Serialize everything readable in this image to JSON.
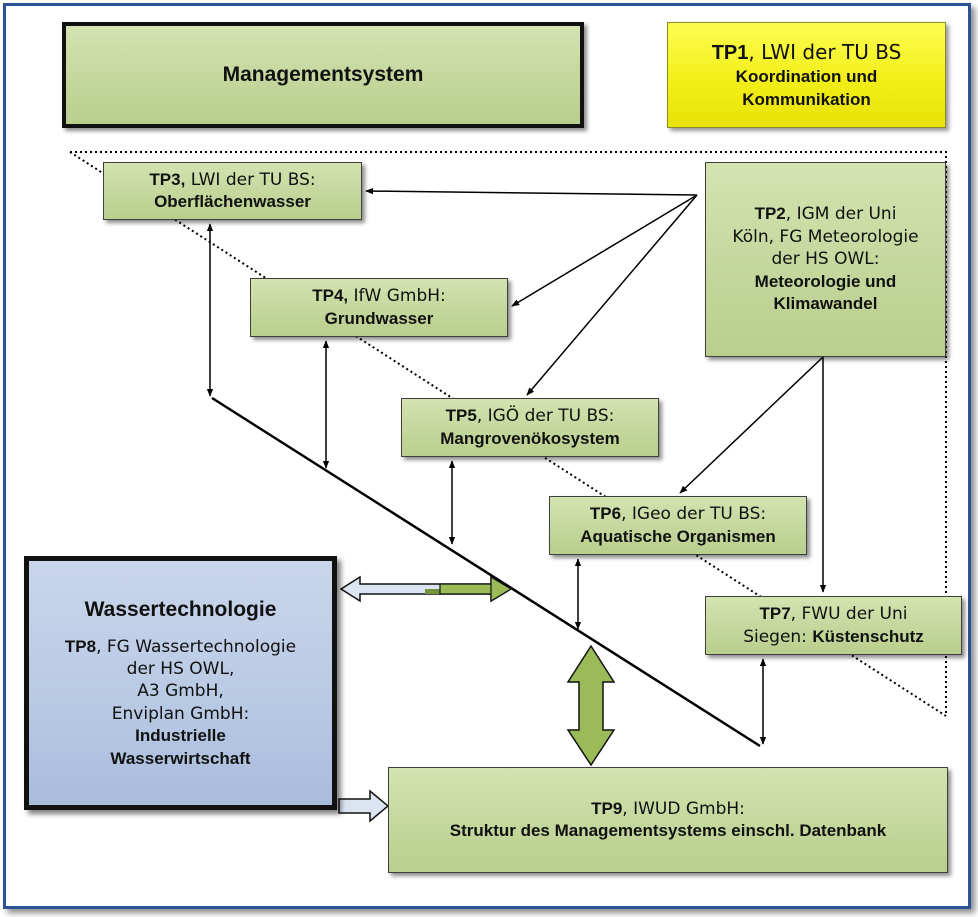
{
  "management": {
    "title": "Managementsystem"
  },
  "tp1": {
    "code": "TP1",
    "inst": ", LWI der TU BS",
    "topic1": "Koordination und",
    "topic2": "Kommunikation"
  },
  "tp2": {
    "code": "TP2",
    "inst1": ", IGM der Uni",
    "inst2": "Köln, FG Meteorologie",
    "inst3": "der HS OWL:",
    "topic1": "Meteorologie und",
    "topic2": "Klimawandel"
  },
  "tp3": {
    "code": "TP3,",
    "inst": " LWI der TU BS:",
    "topic": "Oberflächenwasser"
  },
  "tp4": {
    "code": "TP4,",
    "inst": " IfW GmbH:",
    "topic": "Grundwasser"
  },
  "tp5": {
    "code": "TP5",
    "inst": ", IGÖ der TU BS:",
    "topic": "Mangrovenökosystem"
  },
  "tp6": {
    "code": "TP6",
    "inst": ", IGeo der TU BS:",
    "topic": "Aquatische Organismen"
  },
  "tp7": {
    "code": "TP7",
    "inst1": ", FWU der Uni",
    "inst2": "Siegen: ",
    "topic": "Küstenschutz"
  },
  "tp8": {
    "title": "Wassertechnologie",
    "code": "TP8",
    "inst1": ", FG Wassertechnologie",
    "inst2": "der HS OWL,",
    "inst3": "A3 GmbH,",
    "inst4": "Enviplan GmbH:",
    "topic1": "Industrielle",
    "topic2": "Wasserwirtschaft"
  },
  "tp9": {
    "code": "TP9",
    "inst": ", IWUD GmbH:",
    "topic": "Struktur des Managementsystems einschl. Datenbank"
  },
  "colors": {
    "frame": "#2c5396",
    "box_green": "#c3d69b",
    "box_yellow": "#f2ef18",
    "box_blue": "#b8c9e3",
    "arrow_green": "#76923c"
  }
}
